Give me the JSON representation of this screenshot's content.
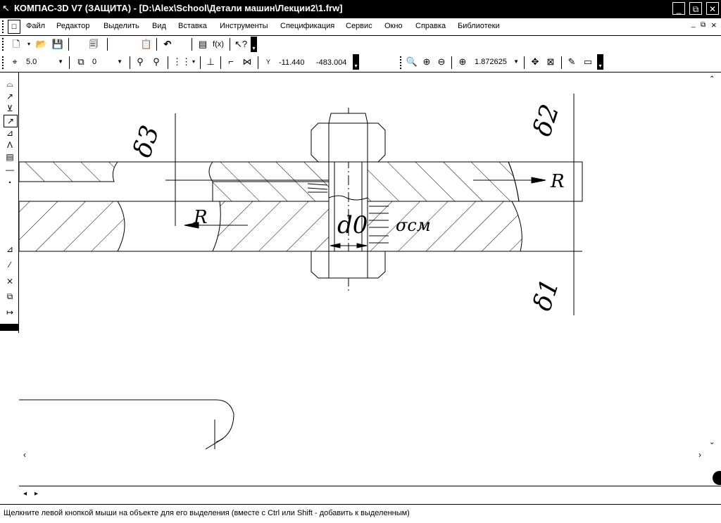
{
  "window": {
    "title": "КОМПАС-3D V7 (ЗАЩИТА) - [D:\\Alex\\School\\Детали машин\\Лекции2\\1.frw]",
    "app_icon": "kompas-icon",
    "minimize_symbol": "_",
    "maximize_symbol": "⧉",
    "close_symbol": "✕"
  },
  "menu": {
    "items": [
      "Файл",
      "Редактор",
      "Выделить",
      "Вид",
      "Вставка",
      "Инструменты",
      "Спецификация",
      "Сервис",
      "Окно",
      "Справка",
      "Библиотеки"
    ],
    "doc_minimize": "_",
    "doc_restore": "⧉",
    "doc_close": "×"
  },
  "toolbar2": {
    "step_value": "5.0",
    "layer_value": "0",
    "coord_x": "-11.440",
    "coord_y": "-483.004",
    "coord_axis_label": "Y",
    "zoom_value": "1.872625"
  },
  "drawing": {
    "label_delta1": "δ1",
    "label_delta2": "δ2",
    "label_delta3": "δ3",
    "label_r_left": "R",
    "label_r_right": "R",
    "label_d0": "d0",
    "label_sigma": "σсм"
  },
  "status": {
    "text": "Щелкните левой кнопкой мыши на объекте для его выделения (вместе с Ctrl или Shift - добавить к выделенным)"
  }
}
